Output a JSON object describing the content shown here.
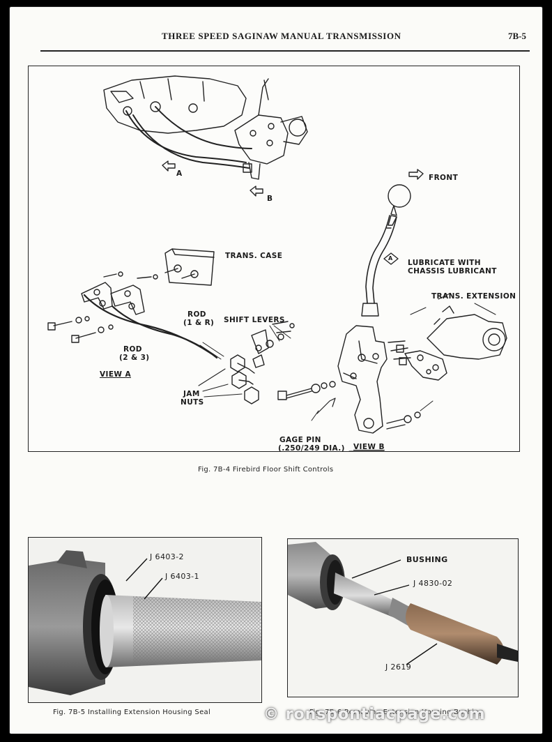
{
  "header": {
    "title": "THREE SPEED SAGINAW MANUAL TRANSMISSION",
    "page_number": "7B-5"
  },
  "figure_7b4": {
    "caption": "Fig. 7B-4  Firebird Floor Shift Controls",
    "labels": {
      "arrow_a": "A",
      "arrow_b": "B",
      "front": "FRONT",
      "trans_case": "TRANS. CASE",
      "lubricate_mark": "A",
      "lubricate_1": "LUBRICATE WITH",
      "lubricate_2": "CHASSIS LUBRICANT",
      "trans_extension": "TRANS. EXTENSION",
      "rod_1r_1": "ROD",
      "rod_1r_2": "(1 & R)",
      "shift_levers": "SHIFT LEVERS",
      "rod_23_1": "ROD",
      "rod_23_2": "(2 & 3)",
      "view_a": "VIEW A",
      "jam_nuts_1": "JAM",
      "jam_nuts_2": "NUTS",
      "gage_pin_1": "GAGE PIN",
      "gage_pin_2": "(.250/249 DIA.)",
      "view_b": "VIEW B"
    }
  },
  "figure_7b5": {
    "caption": "Fig. 7B-5  Installing Extension Housing Seal",
    "labels": {
      "tool_1": "J 6403-2",
      "tool_2": "J 6403-1"
    }
  },
  "figure_7b6": {
    "caption": "Fig. 7B-6  Removing Extension Housing Bushing",
    "labels": {
      "bushing": "BUSHING",
      "tool_1": "J 4830-02",
      "tool_2": "J 2619"
    }
  },
  "watermark": "© ronspontiacpage.com"
}
